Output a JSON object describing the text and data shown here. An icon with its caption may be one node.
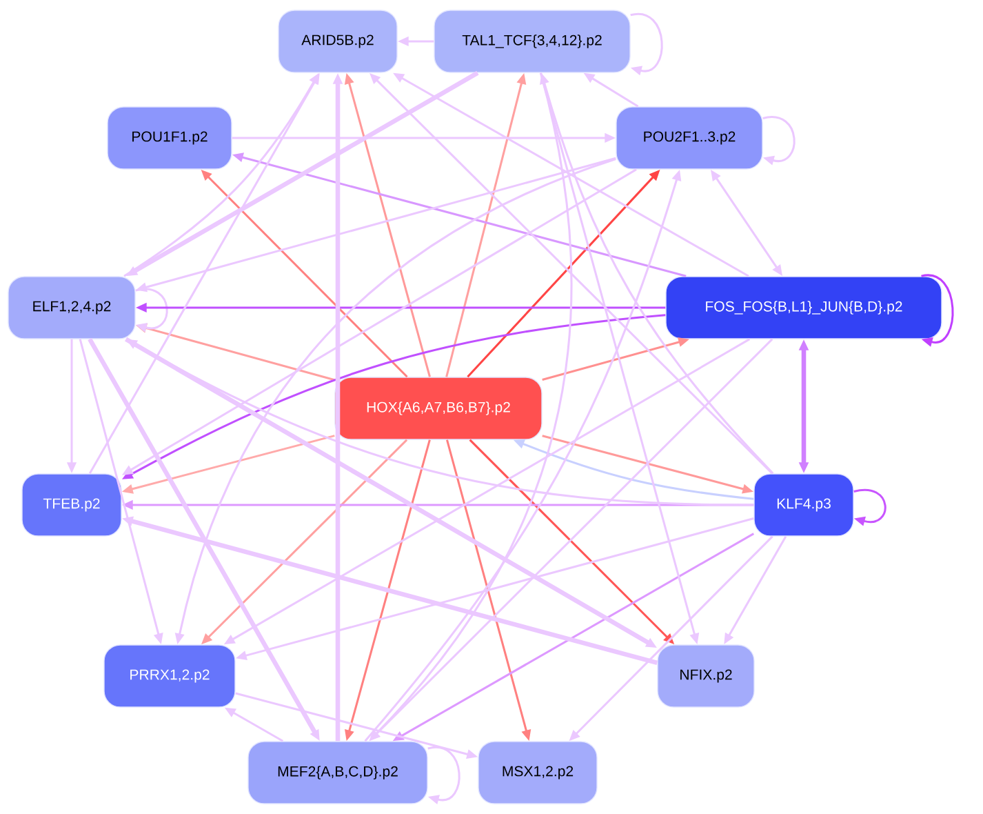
{
  "diagram": {
    "nodes": [
      {
        "text": [
          "ARID5B.p2"
        ]
      },
      {
        "text": [
          "TAL1_TCF{3,4,12}.p2"
        ]
      },
      {
        "text": [
          "POU1F1.p2"
        ]
      },
      {
        "text": [
          "POU2F1..3.p2"
        ]
      },
      {
        "text": [
          "ELF1,2,4.p2"
        ]
      },
      {
        "text": [
          "FOS_FOS{B,L1}_JUN{B,D}.p2"
        ]
      },
      {
        "text": [
          "HOX{A6,A7,B6,B7}.p2"
        ]
      },
      {
        "text": [
          "TFEB.p2"
        ]
      },
      {
        "text": [
          "KLF4.p3"
        ]
      },
      {
        "text": [
          "PRRX1,2.p2"
        ]
      },
      {
        "text": [
          "NFIX.p2"
        ]
      },
      {
        "text": [
          "MEF2{A,B,C,D}.p2"
        ]
      },
      {
        "text": [
          "MSX1,2.p2"
        ]
      }
    ],
    "edges": [
      {
        "from": 6,
        "to": 0,
        "arrow": "to",
        "color": "#ff9a9a"
      },
      {
        "from": 6,
        "to": 1,
        "arrow": "to",
        "color": "#ffa0a0"
      },
      {
        "from": 6,
        "to": 2,
        "arrow": "to",
        "color": "#ff8080"
      },
      {
        "from": 6,
        "to": 3,
        "arrow": "to",
        "color": "#ff4545"
      },
      {
        "from": 6,
        "to": 4,
        "arrow": "to",
        "color": "#ffa0a0"
      },
      {
        "from": 6,
        "to": 5,
        "arrow": "to",
        "color": "#ff9090"
      },
      {
        "from": 6,
        "to": 7,
        "arrow": "to",
        "color": "#ffaaaa"
      },
      {
        "from": 6,
        "to": 8,
        "arrow": "to",
        "color": "#ff9a9a"
      },
      {
        "from": 6,
        "to": 9,
        "arrow": "to",
        "color": "#ffa0a0"
      },
      {
        "from": 6,
        "to": 11,
        "arrow": "to",
        "color": "#ff8080"
      },
      {
        "from": 6,
        "to": 12,
        "arrow": "to",
        "color": "#ff8080"
      },
      {
        "from": 6,
        "to": 10,
        "arrow": "to",
        "color": "#ff5555"
      },
      {
        "from": 8,
        "to": 6,
        "arrow": "to",
        "color": "#c8d0ff"
      },
      {
        "from": 1,
        "to": 1,
        "arrow": "to"
      },
      {
        "from": 3,
        "to": 3,
        "arrow": "to"
      },
      {
        "from": 4,
        "to": 4,
        "arrow": "to"
      },
      {
        "from": 5,
        "to": 5,
        "arrow": "to",
        "color": "#c040ff"
      },
      {
        "from": 8,
        "to": 8,
        "arrow": "to",
        "color": "#c855ff"
      },
      {
        "from": 11,
        "to": 11,
        "arrow": "to"
      },
      {
        "from": 1,
        "to": 0,
        "arrow": "to"
      },
      {
        "from": 2,
        "to": 3,
        "arrow": "to"
      },
      {
        "from": 5,
        "to": 2,
        "arrow": "to",
        "color": "#d898ff"
      },
      {
        "from": 3,
        "to": 1,
        "arrow": "to"
      },
      {
        "from": 3,
        "to": 5,
        "arrow": "both"
      },
      {
        "from": 5,
        "to": 4,
        "arrow": "to",
        "color": "#c050ff"
      },
      {
        "from": 5,
        "to": 7,
        "arrow": "to",
        "color": "#c050ff"
      },
      {
        "from": 5,
        "to": 8,
        "arrow": "both",
        "style": "thick",
        "color": "#d080ff"
      },
      {
        "from": 8,
        "to": 7,
        "arrow": "to",
        "color": "#dd99ff"
      },
      {
        "from": 8,
        "to": 10,
        "arrow": "to"
      },
      {
        "from": 8,
        "to": 12,
        "arrow": "to"
      },
      {
        "from": 8,
        "to": 11,
        "arrow": "to",
        "color": "#dd99ff"
      },
      {
        "from": 8,
        "to": 0,
        "arrow": "to"
      },
      {
        "from": 8,
        "to": 1,
        "arrow": "to"
      },
      {
        "from": 8,
        "to": 9,
        "arrow": "to"
      },
      {
        "from": 8,
        "to": 4,
        "arrow": "to"
      },
      {
        "from": 4,
        "to": 7,
        "arrow": "to"
      },
      {
        "from": 1,
        "to": 4,
        "arrow": "to",
        "style": "thick"
      },
      {
        "from": 4,
        "to": 0,
        "arrow": "to"
      },
      {
        "from": 3,
        "to": 4,
        "arrow": "to"
      },
      {
        "from": 3,
        "to": 9,
        "arrow": "to"
      },
      {
        "from": 3,
        "to": 7,
        "arrow": "to"
      },
      {
        "from": 4,
        "to": 10,
        "arrow": "to",
        "style": "thick"
      },
      {
        "from": 10,
        "to": 7,
        "arrow": "to",
        "style": "thick"
      },
      {
        "from": 11,
        "to": 9,
        "arrow": "to"
      },
      {
        "from": 9,
        "to": 12,
        "arrow": "to"
      },
      {
        "from": 4,
        "to": 11,
        "arrow": "to",
        "style": "thick"
      },
      {
        "from": 4,
        "to": 9,
        "arrow": "to"
      },
      {
        "from": 1,
        "to": 11,
        "arrow": "to"
      },
      {
        "from": 11,
        "to": 0,
        "arrow": "to",
        "style": "thick"
      },
      {
        "from": 5,
        "to": 0,
        "arrow": "to"
      },
      {
        "from": 7,
        "to": 0,
        "arrow": "to"
      },
      {
        "from": 11,
        "to": 3,
        "arrow": "to"
      },
      {
        "from": 1,
        "to": 10,
        "arrow": "to"
      },
      {
        "from": 5,
        "to": 11,
        "arrow": "to"
      },
      {
        "from": 5,
        "to": 9,
        "arrow": "to"
      }
    ]
  }
}
